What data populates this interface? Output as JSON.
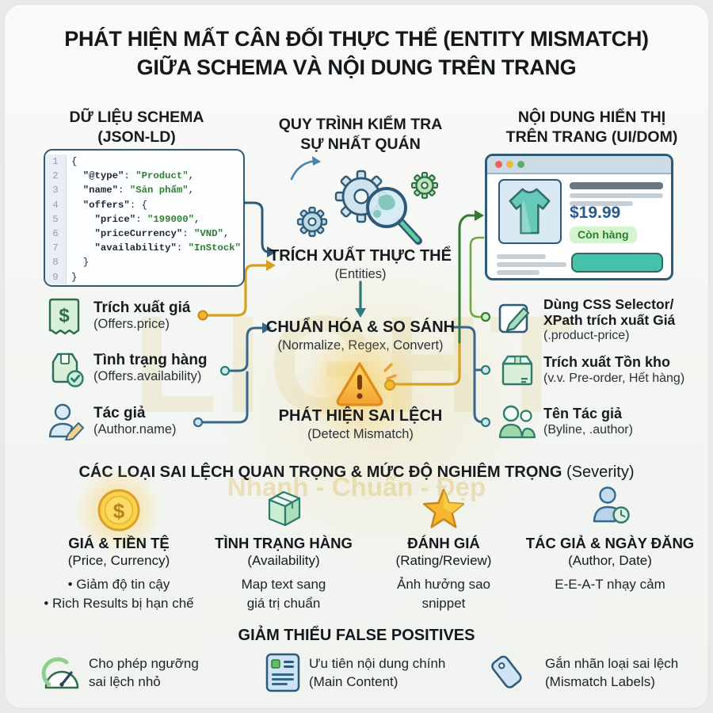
{
  "title": {
    "line1": "PHÁT HIỆN MẤT CÂN ĐỐI THỰC THỂ (ENTITY MISMATCH)",
    "line2": "GIỮA SCHEMA VÀ NỘI DUNG TRÊN TRANG"
  },
  "watermark": {
    "big": "LIGHT",
    "tagline": "Nhanh - Chuẩn - Đẹp"
  },
  "schema_panel": {
    "heading_line1": "DỮ LIỆU SCHEMA",
    "heading_line2": "(JSON-LD)",
    "code": [
      {
        "n": "1",
        "pre": "",
        "key": "",
        "sep": "",
        "val": "",
        "end": "{"
      },
      {
        "n": "2",
        "pre": "  ",
        "key": "\"@type\"",
        "sep": ": ",
        "val": "\"Product\"",
        "end": ","
      },
      {
        "n": "3",
        "pre": "  ",
        "key": "\"name\"",
        "sep": ": ",
        "val": "\"Sản phẩm\"",
        "end": ","
      },
      {
        "n": "4",
        "pre": "  ",
        "key": "\"offers\"",
        "sep": ": ",
        "val": "",
        "end": "{"
      },
      {
        "n": "5",
        "pre": "    ",
        "key": "\"price\"",
        "sep": ": ",
        "val": "\"199000\"",
        "end": ","
      },
      {
        "n": "6",
        "pre": "    ",
        "key": "\"priceCurrency\"",
        "sep": ": ",
        "val": "\"VND\"",
        "end": ","
      },
      {
        "n": "7",
        "pre": "    ",
        "key": "\"availability\"",
        "sep": ": ",
        "val": "\"InStock\"",
        "end": ""
      },
      {
        "n": "8",
        "pre": "  ",
        "key": "",
        "sep": "",
        "val": "",
        "end": "}"
      },
      {
        "n": "9",
        "pre": "",
        "key": "",
        "sep": "",
        "val": "",
        "end": "}"
      }
    ]
  },
  "process_panel": {
    "heading_line1": "QUY TRÌNH KIỂM TRA",
    "heading_line2": "SỰ NHẤT QUÁN",
    "step1_title": "TRÍCH XUẤT THỰC THỂ",
    "step1_sub": "(Entities)",
    "step2_title": "CHUẨN HÓA & SO SÁNH",
    "step2_sub": "(Normalize, Regex, Convert)",
    "step3_title": "PHÁT HIỆN SAI LỆCH",
    "step3_sub": "(Detect Mismatch)"
  },
  "page_panel": {
    "heading_line1": "NỘI DUNG HIỂN THỊ",
    "heading_line2": "TRÊN TRANG (UI/DOM)",
    "browser": {
      "price": "$19.99",
      "stock_badge": "Còn hàng"
    }
  },
  "schema_items": [
    {
      "icon": "receipt-dollar-icon",
      "title": "Trích xuất giá",
      "subtitle": "(Offers.price)"
    },
    {
      "icon": "package-check-icon",
      "title": "Tình trạng hàng",
      "subtitle": "(Offers.availability)"
    },
    {
      "icon": "author-pencil-icon",
      "title": "Tác giả",
      "subtitle": "(Author.name)"
    }
  ],
  "dom_items": [
    {
      "icon": "edit-pencil-icon",
      "title_line1": "Dùng CSS Selector/",
      "title_line2": "XPath trích xuất Giá",
      "subtitle": "(.product-price)"
    },
    {
      "icon": "package-icon",
      "title": "Trích xuất Tồn kho",
      "subtitle": "(v.v. Pre-order, Hết hàng)"
    },
    {
      "icon": "people-icon",
      "title": "Tên Tác giả",
      "subtitle": "(Byline, .author)"
    }
  ],
  "severity": {
    "heading_bold": "CÁC LOẠI SAI LỆCH QUAN TRỌNG & MỨC ĐỘ NGHIÊM TRỌNG",
    "heading_light": "(Severity)",
    "columns": [
      {
        "icon": "gold-coin-icon",
        "title": "GIÁ & TIỀN TỆ",
        "subtitle": "(Price, Currency)",
        "notes": [
          "• Giảm độ tin cậy",
          "• Rich Results bị hạn chế"
        ]
      },
      {
        "icon": "carton-box-icon",
        "title": "TÌNH TRẠNG HÀNG",
        "subtitle": "(Availability)",
        "notes": [
          "Map text sang",
          "giá trị chuẩn"
        ]
      },
      {
        "icon": "star-icon",
        "title": "ĐÁNH GIÁ",
        "subtitle": "(Rating/Review)",
        "notes": [
          "Ảnh hưởng sao",
          "snippet"
        ]
      },
      {
        "icon": "author-date-icon",
        "title": "TÁC GIẢ & NGÀY ĐĂNG",
        "subtitle": "(Author, Date)",
        "notes": [
          "E-E-A-T nhạy cảm"
        ]
      }
    ]
  },
  "mitigation": {
    "heading": "GIẢM THIỂU FALSE POSITIVES",
    "items": [
      {
        "icon": "gauge-icon",
        "line1": "Cho phép ngưỡng",
        "line2": "sai lệch nhỏ"
      },
      {
        "icon": "document-icon",
        "line1": "Ưu tiên nội dung chính",
        "line2": "(Main Content)"
      },
      {
        "icon": "tag-icon",
        "line1": "Gắn nhãn loại sai lệch",
        "line2": "(Mismatch Labels)"
      }
    ]
  },
  "colors": {
    "accent_blue": "#2e5a78",
    "accent_teal": "#2c7a7b",
    "accent_gold": "#d7a021",
    "accent_green": "#2f7d32",
    "code_value_green": "#2e7d32",
    "price_blue": "#2a5a8c",
    "badge_green_bg": "#d4f4cf",
    "warning_orange": "#f5a623"
  }
}
